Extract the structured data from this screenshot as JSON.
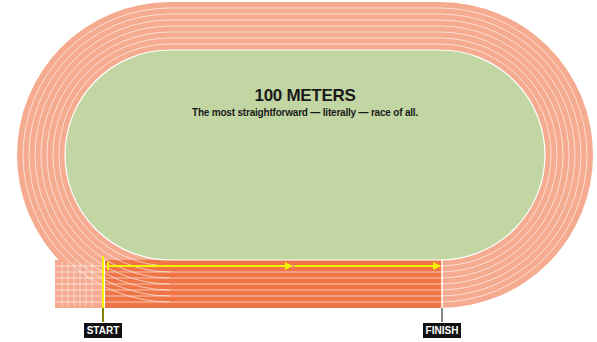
{
  "diagram": {
    "title": "100 METERS",
    "caption": "The most straightforward — literally — race of all.",
    "labels": [
      "START",
      "FINISH"
    ]
  }
}
